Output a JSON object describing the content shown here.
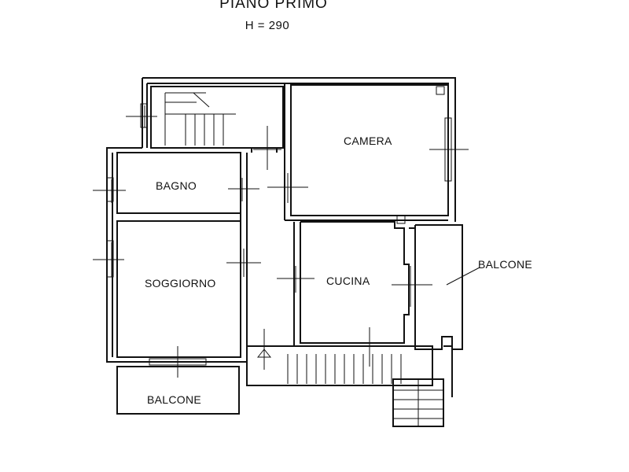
{
  "plan": {
    "title": "PIANO PRIMO",
    "height_label": "H = 290"
  },
  "rooms": {
    "bagno": "BAGNO",
    "camera": "CAMERA",
    "soggiorno": "SOGGIORNO",
    "cucina": "CUCINA",
    "balcone_right": "BALCONE",
    "balcone_bottom": "BALCONE"
  }
}
